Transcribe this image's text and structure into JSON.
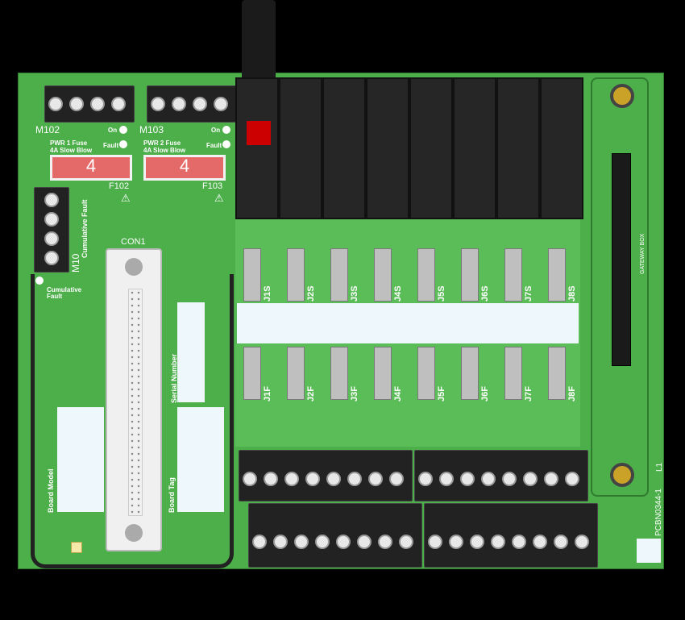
{
  "board": {
    "part_number": "PCBN0344-1",
    "gateway_label": "GATEWAY BOX",
    "l1": "L1"
  },
  "power": {
    "m102": "M102",
    "m103": "M103",
    "m10": "M10",
    "on1": "On",
    "fault1": "Fault",
    "on2": "On",
    "fault2": "Fault",
    "fuse1_title": "PWR 1 Fuse",
    "fuse1_desc": "4A Slow Blow",
    "fuse2_title": "PWR 2 Fuse",
    "fuse2_desc": "4A Slow Blow",
    "fuse1_value": "4",
    "fuse2_value": "4",
    "f102": "F102",
    "f103": "F103",
    "warn": "⚠",
    "cumulative_fault_v": "Cumulative Fault",
    "cumulative_fault_1": "Cumulative",
    "cumulative_fault_2": "Fault"
  },
  "connector": {
    "con1": "CON1",
    "serial_number": "Serial Number",
    "board_model": "Board Model",
    "board_tag": "Board Tag"
  },
  "channels": {
    "s_labels": [
      "J1S",
      "J2S",
      "J3S",
      "J4S",
      "J5S",
      "J6S",
      "J7S",
      "J8S"
    ],
    "f_labels": [
      "J1F",
      "J2F",
      "J3F",
      "J4F",
      "J5F",
      "J6F",
      "J7F",
      "J8F"
    ]
  }
}
